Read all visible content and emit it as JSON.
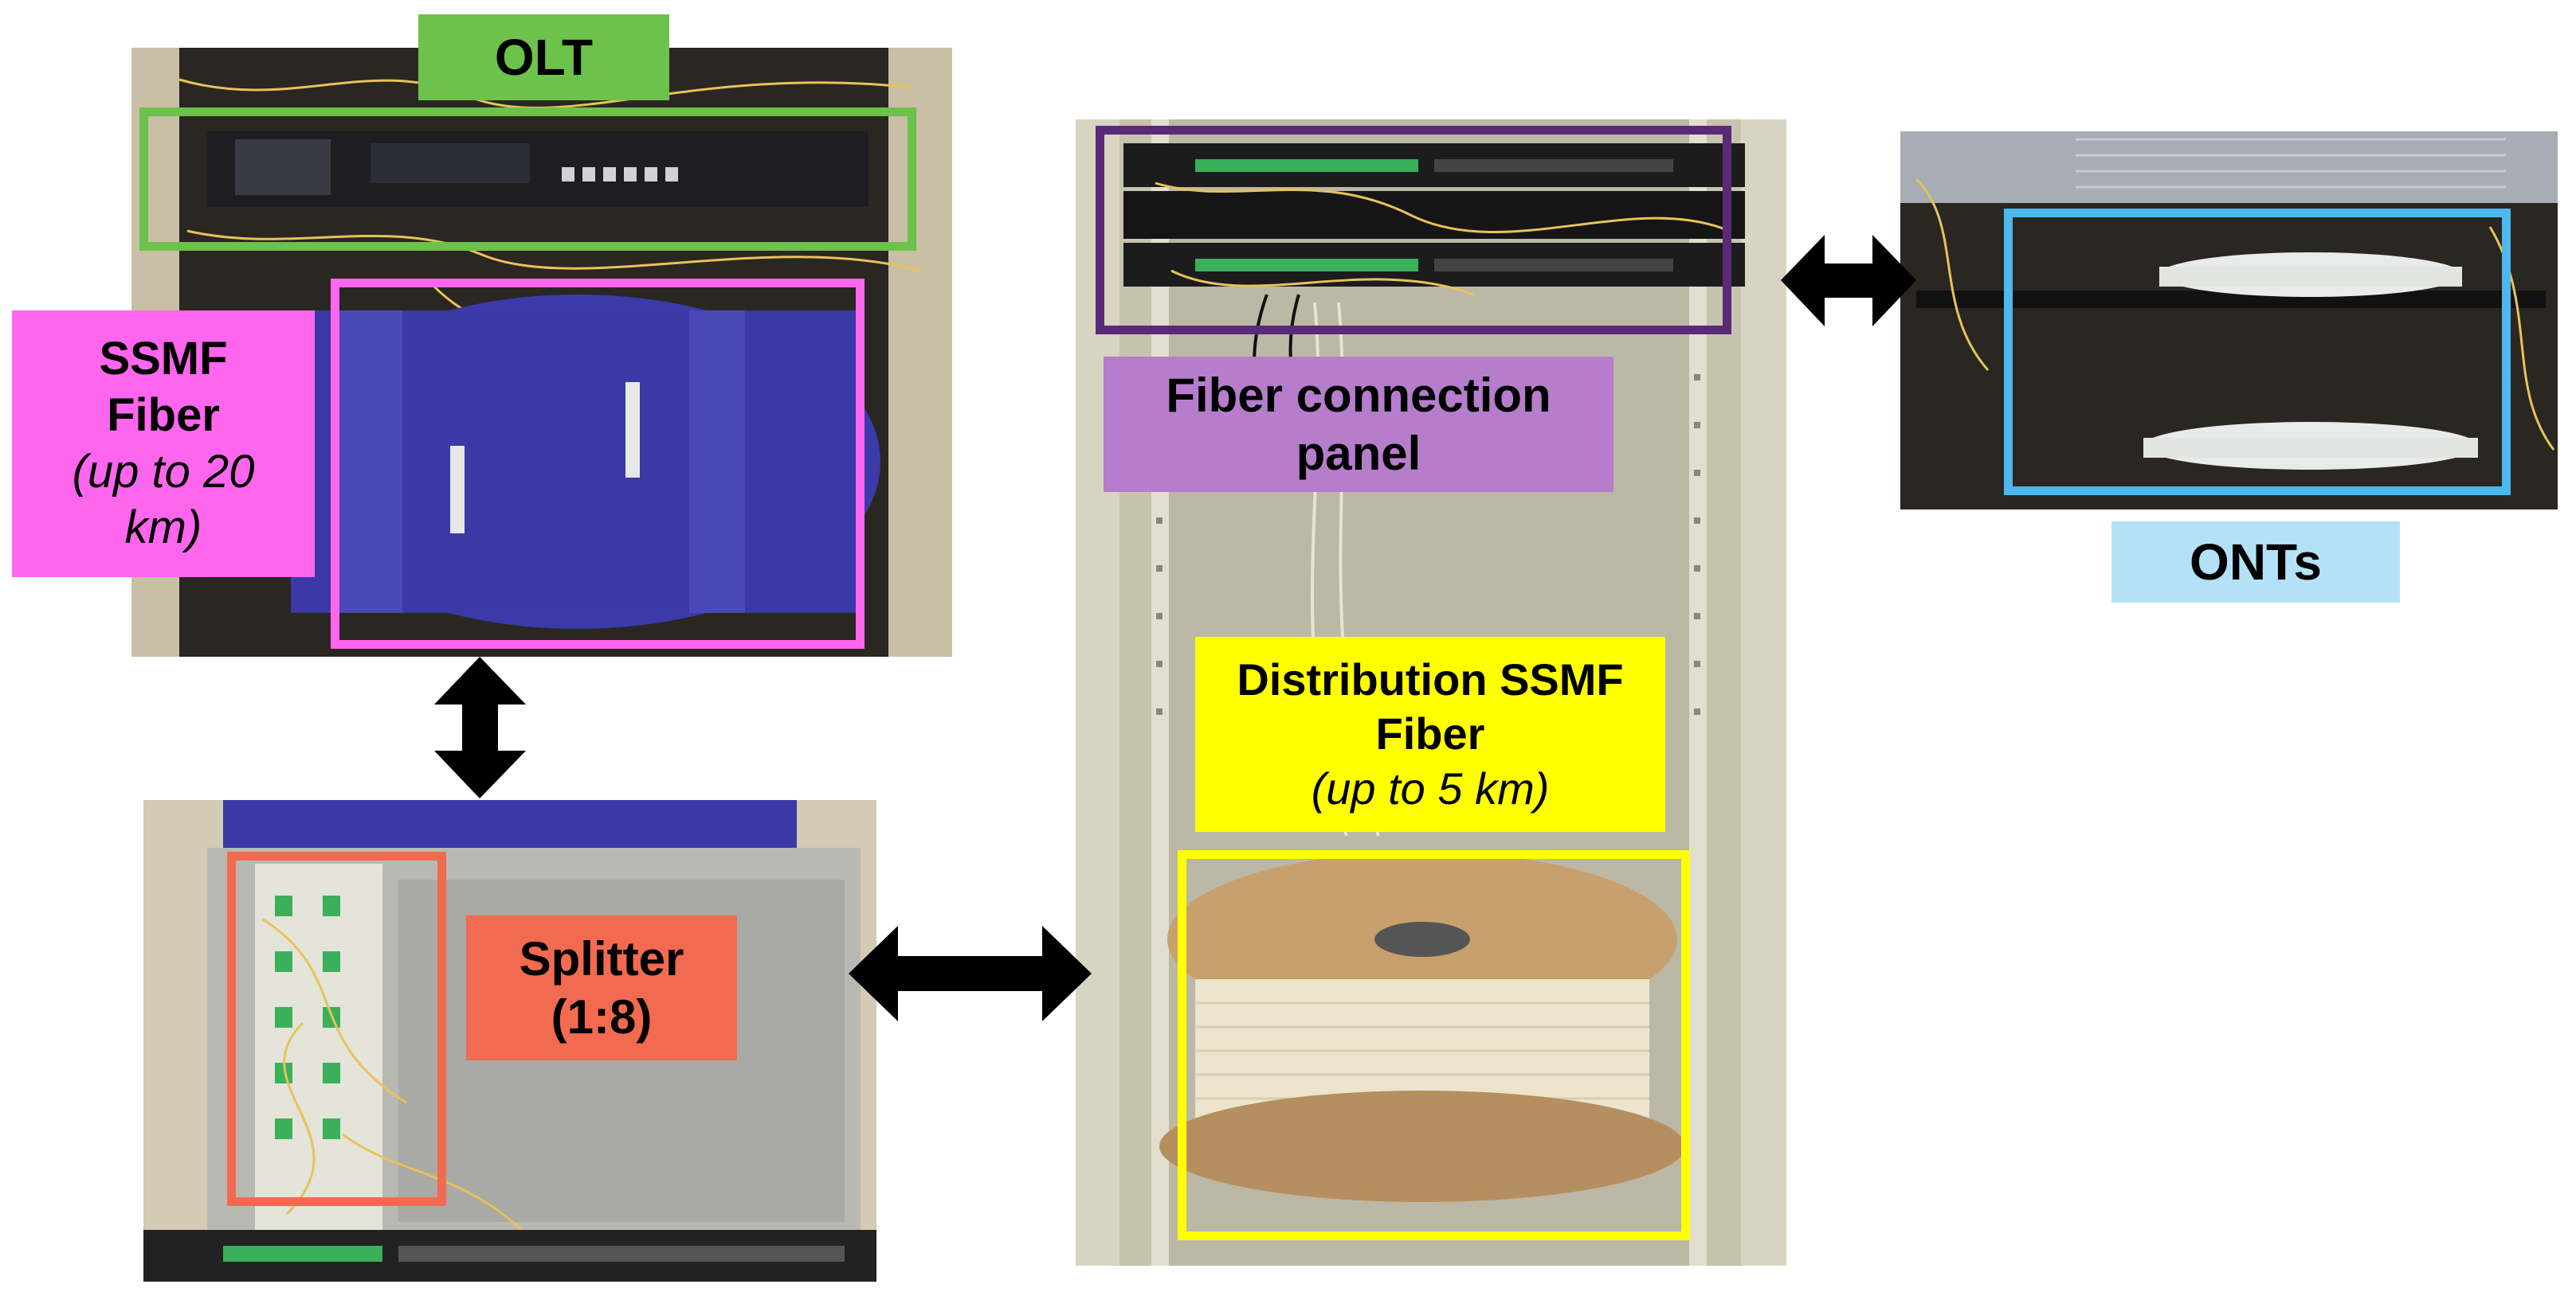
{
  "labels": {
    "olt": "OLT",
    "ssmf_line1": "SSMF",
    "ssmf_line2": "Fiber",
    "ssmf_line3": "(up to 20",
    "ssmf_line4": "km)",
    "splitter_line1": "Splitter",
    "splitter_line2": "(1:8)",
    "panel_line1": "Fiber connection",
    "panel_line2": "panel",
    "dist_line1": "Distribution SSMF",
    "dist_line2": "Fiber",
    "dist_line3": "(up to 5 km)",
    "onts": "ONTs"
  },
  "colors": {
    "olt": "#6cc24a",
    "ssmf": "#ff66ee",
    "splitter": "#f26a4f",
    "panel_frame": "#5a2a78",
    "panel_label": "#b57dcc",
    "distribution": "#ffff00",
    "onts_frame": "#4db8ee",
    "onts_label": "#b3e2f7",
    "arrow": "#000000"
  },
  "icons": [
    "double-arrow-vertical-icon",
    "double-arrow-horizontal-icon"
  ]
}
